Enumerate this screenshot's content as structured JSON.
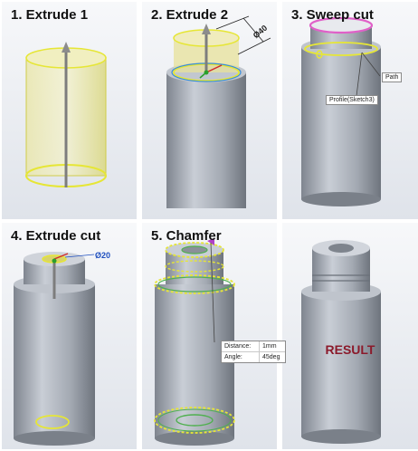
{
  "steps": [
    {
      "title": "1. Extrude 1"
    },
    {
      "title": "2. Extrude 2",
      "dimension": "Ø40"
    },
    {
      "title": "3. Sweep cut",
      "callout_path": "Path",
      "callout_profile": "Profile(Sketch3)"
    },
    {
      "title": "4. Extrude cut",
      "dimension": "Ø20"
    },
    {
      "title": "5. Chamfer",
      "distance_label": "Distance:",
      "distance_value": "1mm",
      "angle_label": "Angle:",
      "angle_value": "45deg"
    },
    {
      "title": "",
      "result_label": "RESULT"
    }
  ],
  "colors": {
    "body_gray": "#9aa0aa",
    "selection_yellow": "#e6e636",
    "preview_yellow": "#d9d67a",
    "highlight_magenta": "#e060c8",
    "result_text": "#8b1a2b"
  }
}
